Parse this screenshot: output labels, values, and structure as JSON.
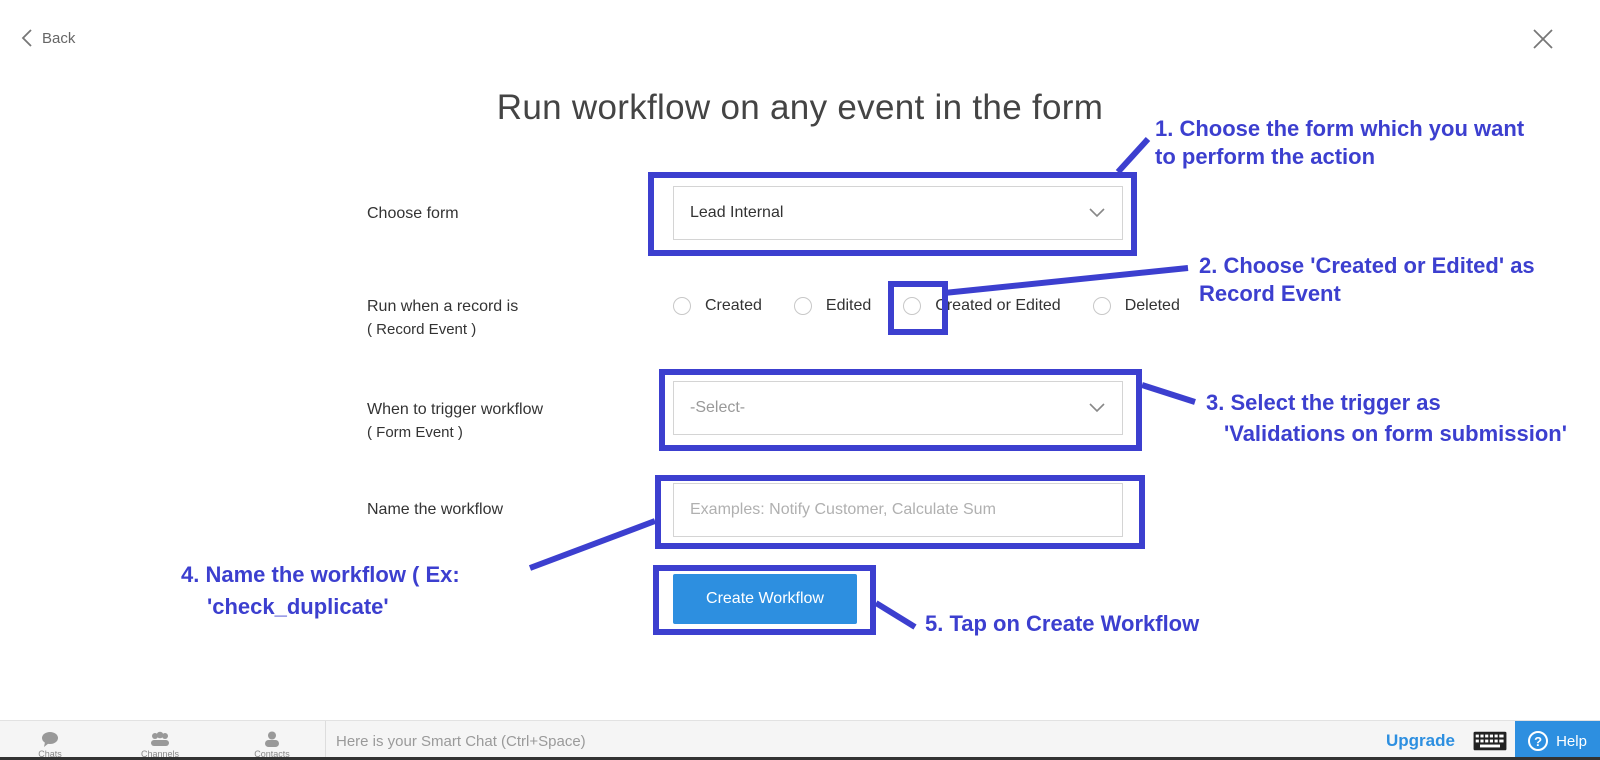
{
  "nav": {
    "back_label": "Back"
  },
  "title": "Run workflow on any event in the form",
  "form": {
    "choose_form_label": "Choose form",
    "choose_form_value": "Lead Internal",
    "record_event_label": "Run when a record is",
    "record_event_sub": "( Record Event )",
    "record_options": [
      {
        "label": "Created"
      },
      {
        "label": "Edited"
      },
      {
        "label": "Created or Edited"
      },
      {
        "label": "Deleted"
      }
    ],
    "trigger_label": "When to trigger workflow",
    "trigger_sub": "( Form Event )",
    "trigger_value": "-Select-",
    "name_label": "Name the workflow",
    "name_placeholder": "Examples: Notify Customer, Calculate Sum",
    "create_button": "Create Workflow"
  },
  "annotations": {
    "step1_line1": "1. Choose the form which you want",
    "step1_line2": "to perform the action",
    "step2_line1": "2. Choose 'Created or Edited' as",
    "step2_line2": "Record Event",
    "step3_line1": "3. Select the trigger as",
    "step3_line2": "'Validations on form submission'",
    "step4_line1": "4. Name the workflow ( Ex:",
    "step4_line2": "'check_duplicate'",
    "step5": "5. Tap on Create Workflow"
  },
  "bottom_bar": {
    "chats": "Chats",
    "channels": "Channels",
    "contacts": "Contacts",
    "smart_chat_placeholder": "Here is your Smart Chat (Ctrl+Space)",
    "upgrade": "Upgrade",
    "help": "Help"
  },
  "colors": {
    "annotation": "#3c3fcf",
    "primary_button": "#2d8fe0"
  }
}
